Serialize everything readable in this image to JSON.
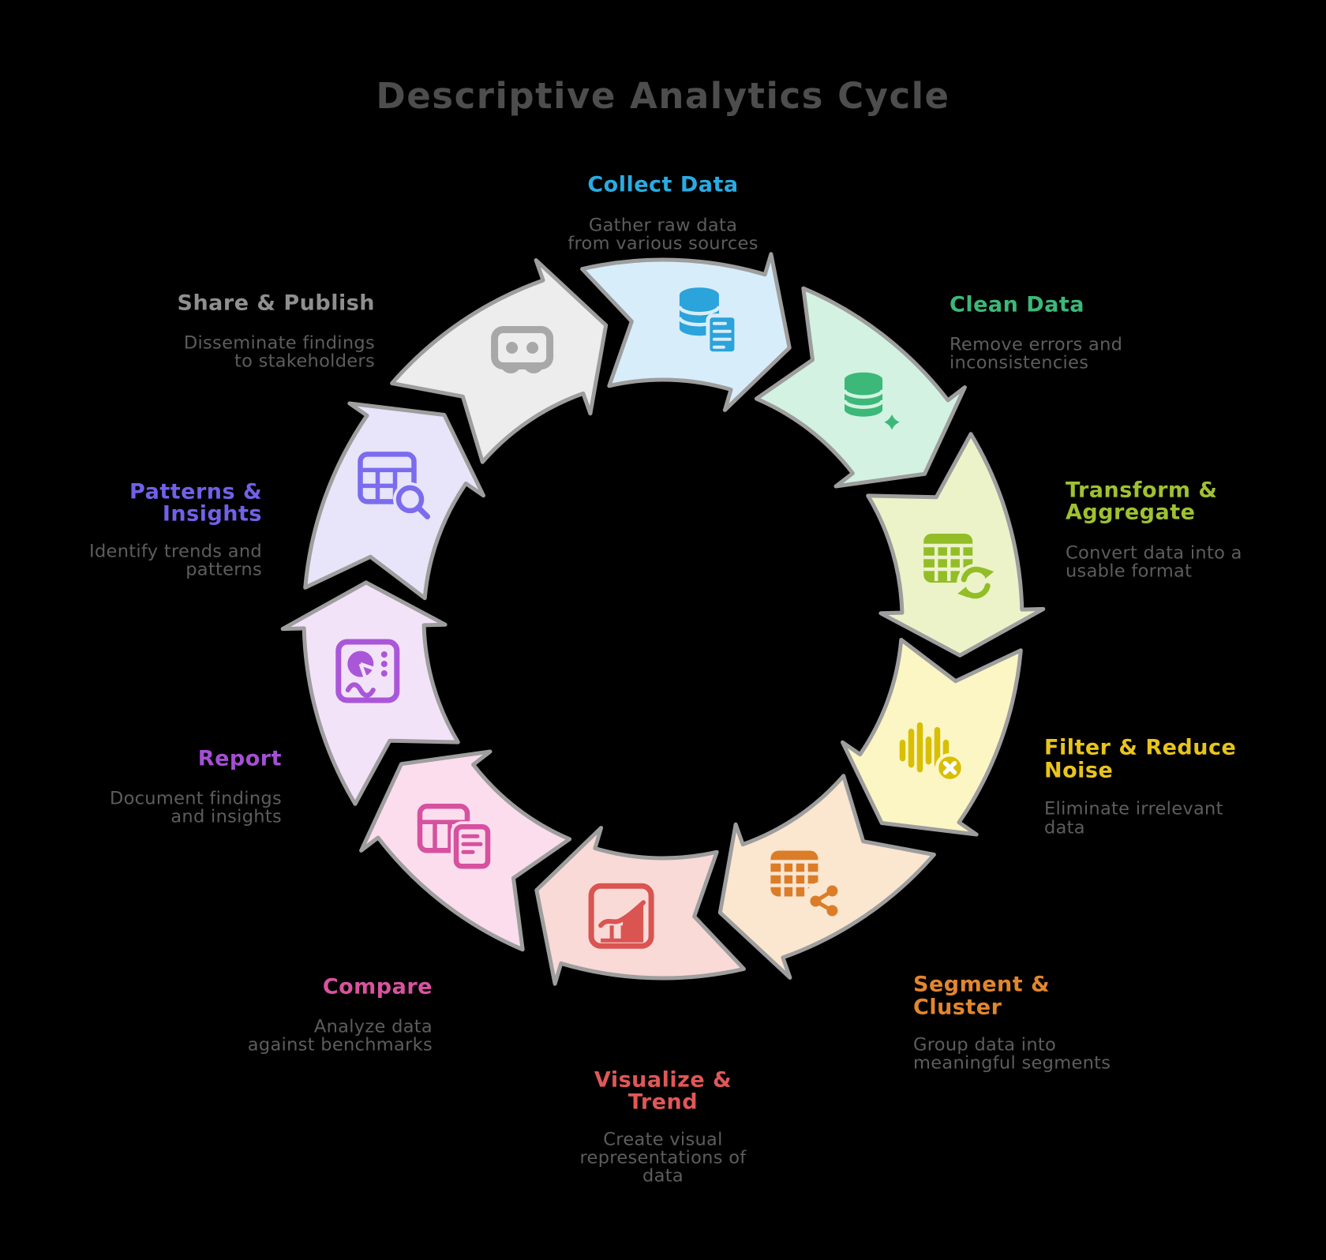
{
  "title": "Descriptive Analytics Cycle",
  "colors": {
    "background": "#000000",
    "title": "#4d4d4d",
    "description": "#636363",
    "arrow_stroke": "#9e9e9e"
  },
  "stages": [
    {
      "name": "collect-data",
      "title_lines": [
        "Collect Data"
      ],
      "desc_lines": [
        "Gather raw data",
        "from various sources"
      ],
      "title_color": "#29abe2",
      "arrow_fill": "#d8edfa",
      "icon": "database-file-icon",
      "icon_color": "#2ba3db"
    },
    {
      "name": "clean-data",
      "title_lines": [
        "Clean Data"
      ],
      "desc_lines": [
        "Remove errors and",
        "inconsistencies"
      ],
      "title_color": "#3cb878",
      "arrow_fill": "#d3f2e2",
      "icon": "database-sparkle-icon",
      "icon_color": "#3cb878"
    },
    {
      "name": "transform-aggregate",
      "title_lines": [
        "Transform &",
        "Aggregate"
      ],
      "desc_lines": [
        "Convert data into a",
        "usable format"
      ],
      "title_color": "#9fc131",
      "arrow_fill": "#ecf3c8",
      "icon": "table-refresh-icon",
      "icon_color": "#93bd27"
    },
    {
      "name": "filter-reduce-noise",
      "title_lines": [
        "Filter & Reduce",
        "Noise"
      ],
      "desc_lines": [
        "Eliminate irrelevant",
        "data"
      ],
      "title_color": "#e8c41c",
      "arrow_fill": "#fbf6c3",
      "icon": "waveform-x-icon",
      "icon_color": "#d8bf04"
    },
    {
      "name": "segment-cluster",
      "title_lines": [
        "Segment &",
        "Cluster"
      ],
      "desc_lines": [
        "Group data into",
        "meaningful segments"
      ],
      "title_color": "#e2862d",
      "arrow_fill": "#fbe6d0",
      "icon": "table-share-icon",
      "icon_color": "#db7d28"
    },
    {
      "name": "visualize-trend",
      "title_lines": [
        "Visualize &",
        "Trend"
      ],
      "desc_lines": [
        "Create visual",
        "representations of",
        "data"
      ],
      "title_color": "#e05757",
      "arrow_fill": "#f9dad6",
      "icon": "chart-trend-icon",
      "icon_color": "#da5451"
    },
    {
      "name": "compare",
      "title_lines": [
        "Compare"
      ],
      "desc_lines": [
        "Analyze data",
        "against benchmarks"
      ],
      "title_color": "#d9539e",
      "arrow_fill": "#fbdded",
      "icon": "table-file-icon",
      "icon_color": "#d6519f"
    },
    {
      "name": "report",
      "title_lines": [
        "Report"
      ],
      "desc_lines": [
        "Document findings",
        "and insights"
      ],
      "title_color": "#a44fd4",
      "arrow_fill": "#f3e3f9",
      "icon": "image-chart-icon",
      "icon_color": "#a957d8"
    },
    {
      "name": "patterns-insights",
      "title_lines": [
        "Patterns &",
        "Insights"
      ],
      "desc_lines": [
        "Identify trends and",
        "patterns"
      ],
      "title_color": "#7161e8",
      "arrow_fill": "#e8e4f9",
      "icon": "table-search-icon",
      "icon_color": "#7b6cee"
    },
    {
      "name": "share-publish",
      "title_lines": [
        "Share & Publish"
      ],
      "desc_lines": [
        "Disseminate findings",
        "to stakeholders"
      ],
      "title_color": "#8f8f8f",
      "arrow_fill": "#ededed",
      "icon": "slideshare-icon",
      "icon_color": "#a8a8a8"
    }
  ]
}
